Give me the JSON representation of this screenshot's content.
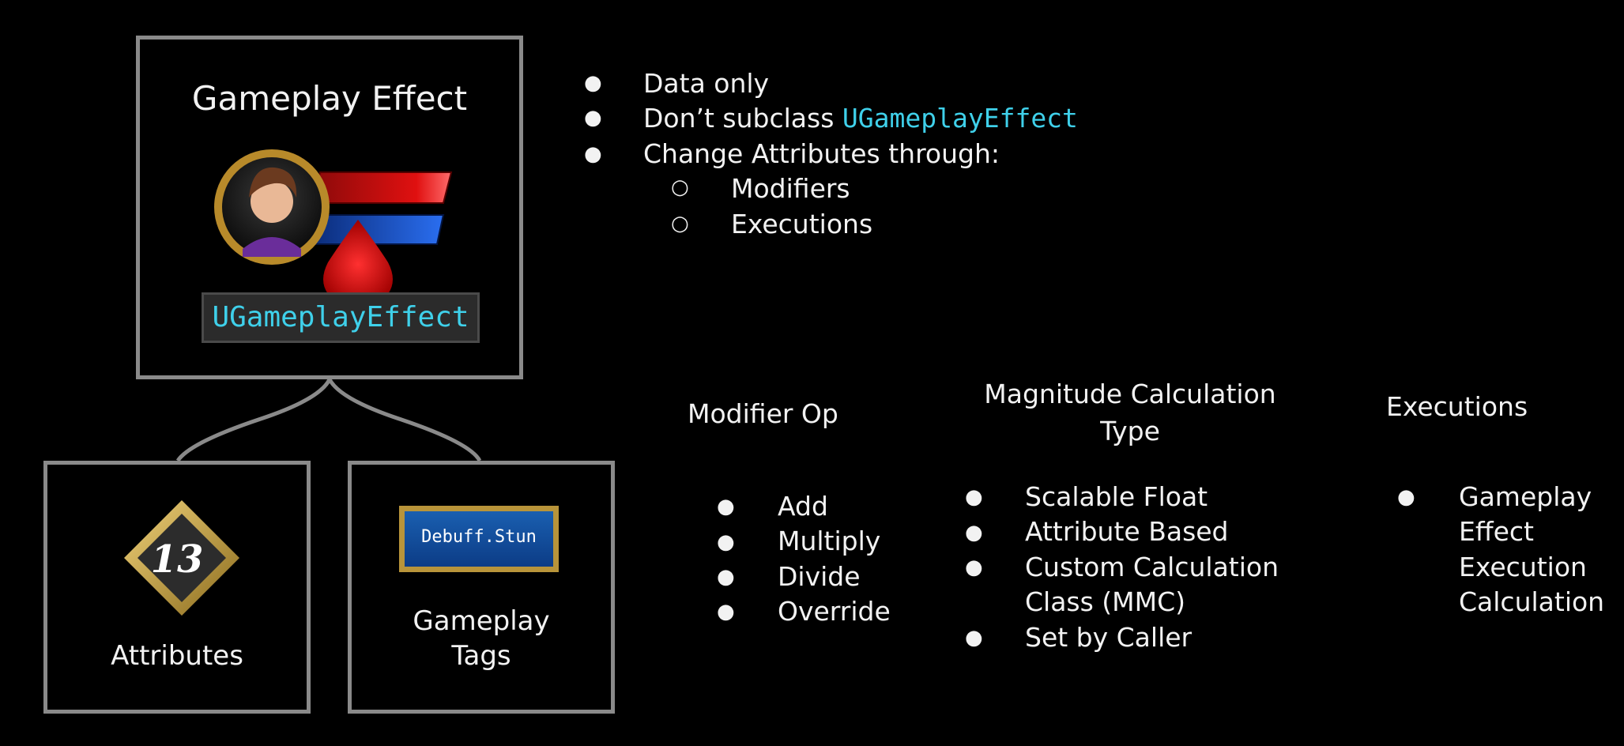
{
  "effect_box": {
    "title": "Gameplay Effect",
    "class_label": "UGameplayEffect"
  },
  "attributes_box": {
    "badge_number": "13",
    "label": "Attributes"
  },
  "tags_box": {
    "tag_label": "Debuff.Stun",
    "label_line1": "Gameplay",
    "label_line2": "Tags"
  },
  "notes": {
    "item1": "Data only",
    "item2_prefix": "Don’t subclass ",
    "item2_code": "UGameplayEffect",
    "item3": "Change Attributes through:",
    "sub1": "Modifiers",
    "sub2": "Executions"
  },
  "modifier_op": {
    "heading": "Modifier Op",
    "items": [
      "Add",
      "Multiply",
      "Divide",
      "Override"
    ]
  },
  "magnitude": {
    "heading_line1": "Magnitude Calculation",
    "heading_line2": "Type",
    "item1": "Scalable Float",
    "item2": "Attribute Based",
    "item3_line1": "Custom Calculation",
    "item3_line2": "Class (MMC)",
    "item4": "Set by Caller"
  },
  "executions": {
    "heading": "Executions",
    "line1": "Gameplay",
    "line2": "Effect",
    "line3": "Execution",
    "line4": "Calculation"
  },
  "colors": {
    "background": "#000000",
    "border": "#8a8a8a",
    "code_text": "#3fd0ea",
    "text": "#f2f2f2",
    "gold": "#c8a442"
  }
}
